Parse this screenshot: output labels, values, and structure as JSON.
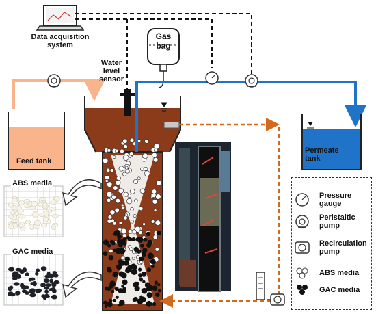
{
  "labels": {
    "data_acquisition_1": "Data acquisition",
    "data_acquisition_2": "system",
    "gas_1": "Gas",
    "gas_2": "bag",
    "water_1": "Water",
    "water_2": "level",
    "water_3": "sensor",
    "feed_tank": "Feed tank",
    "permeate_1": "Permeate",
    "permeate_2": "tank",
    "abs_media": "ABS media",
    "gac_media": "GAC media"
  },
  "legend": [
    {
      "icon": "pressure-gauge-icon",
      "line1": "Pressure",
      "line2": "gauge"
    },
    {
      "icon": "peristaltic-pump-icon",
      "line1": "Peristaltic",
      "line2": "pump"
    },
    {
      "icon": "recirculation-pump-icon",
      "line1": "Recirculation",
      "line2": "pump"
    },
    {
      "icon": "abs-media-icon",
      "line1": "ABS media",
      "line2": ""
    },
    {
      "icon": "gac-media-icon",
      "line1": "GAC media",
      "line2": ""
    }
  ],
  "colors": {
    "reactor_brown": "#8B3A1A",
    "feed_orange": "#F9B48C",
    "recirc_line": "#D2691E",
    "permeate_blue": "#1F74C9",
    "control_line": "#111111"
  }
}
